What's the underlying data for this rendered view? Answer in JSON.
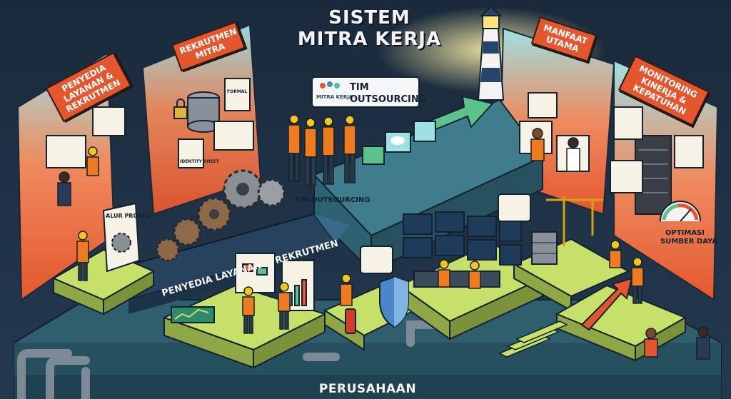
{
  "title": {
    "line1": "SISTEM",
    "line2": "MITRA KERJA"
  },
  "tags": {
    "penyedia": "PENYEDIA LAYANAN & REKRUTMEN",
    "rekrutmen": "REKRUTMEN MITRA",
    "manfaat": "MANFAAT UTAMA",
    "monitoring": "MONITORING KINERJA & KEPATUHAN"
  },
  "tim_card": {
    "logo_text": "MITRA KERJA",
    "label_line1": "TIM",
    "label_line2": "OUTSOURCING"
  },
  "labels": {
    "tim_outsourcing_platform": "TIM OUTSOURCING",
    "belt": "PENYEDIA LAYANAN & REKRUTMEN",
    "alur_proses": "ALUR PROSES",
    "identity_sheet": "IDENTITY SHEET",
    "formal_doc": "FORMAL",
    "optimasi_line1": "OPTIMASI",
    "optimasi_line2": "SUMBER DAYA",
    "base": "PERUSAHAAN"
  },
  "colors": {
    "background": "#1b2b3d",
    "panel_orange": "#e4572e",
    "platform_green": "#c6e06a",
    "platform_teal": "#3f7c8c",
    "glass": "#7fd1d8",
    "worker_vest": "#f07a1e",
    "hardhat": "#f5c518"
  },
  "icons": [
    "lighthouse-icon",
    "gear-icon",
    "shield-icon",
    "server-icon",
    "crane-icon",
    "gauge-icon",
    "lock-icon",
    "database-icon",
    "cloud-icon",
    "arrow-up-icon",
    "fire-extinguisher-icon"
  ]
}
